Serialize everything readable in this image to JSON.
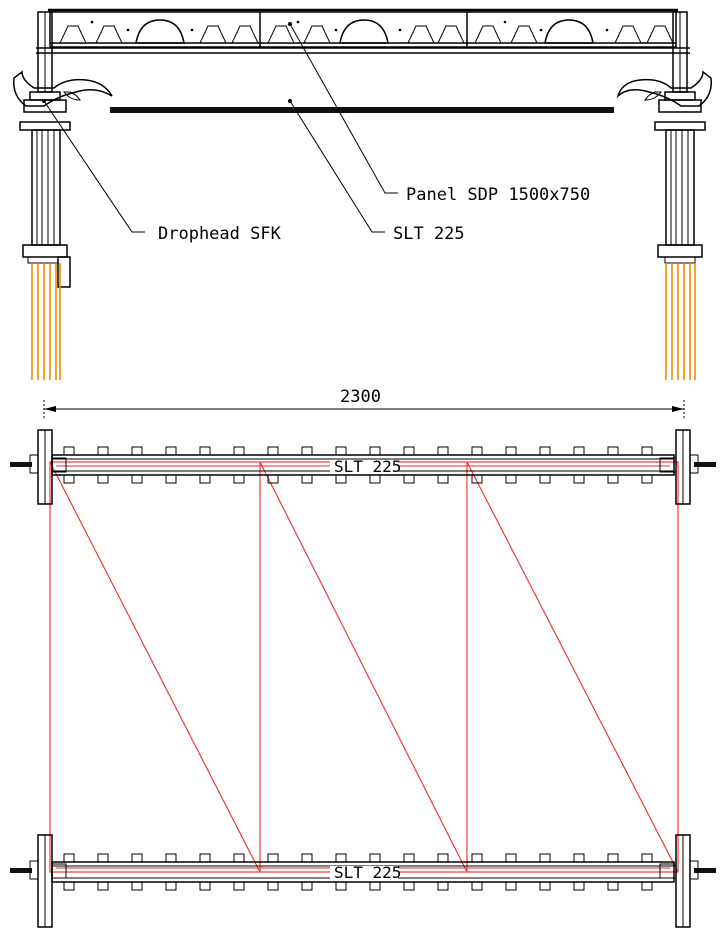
{
  "labels": {
    "panel": "Panel SDP 1500x750",
    "beam_top": "SLT 225",
    "drophead": "Drophead SFK"
  },
  "plan": {
    "dimension": "2300",
    "beam_top_label": "SLT 225",
    "beam_bottom_label": "SLT 225"
  },
  "colors": {
    "line": "#000000",
    "bracing": "#ee2b2b",
    "props": "#f08c00"
  }
}
